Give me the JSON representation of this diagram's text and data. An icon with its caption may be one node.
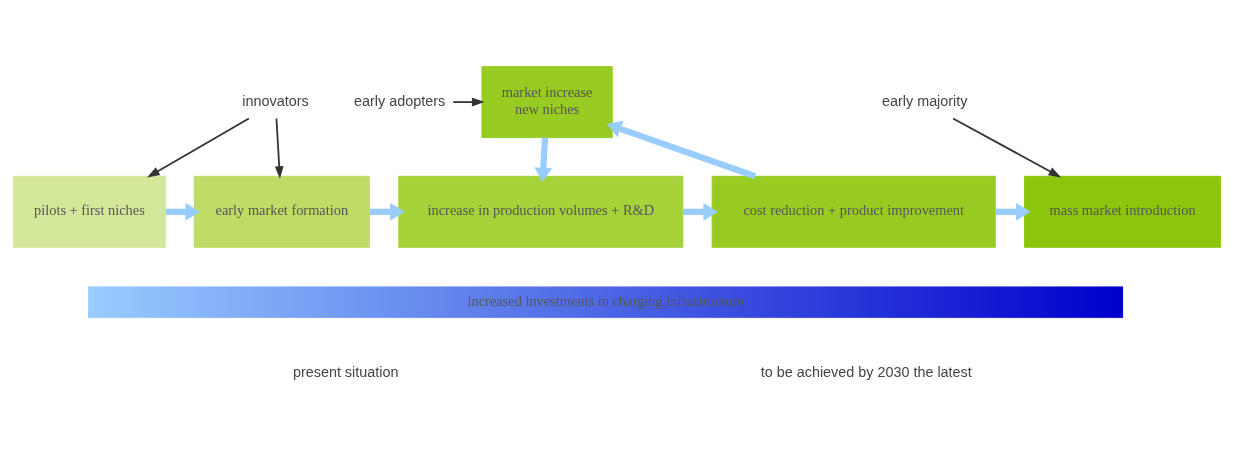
{
  "diagram": {
    "nodes": [
      {
        "text": [
          "pilots + first niches"
        ]
      },
      {
        "text": [
          "early market formation"
        ]
      },
      {
        "text": [
          "increase in production volumes + R&D"
        ]
      },
      {
        "text": [
          "cost reduction + product improvement"
        ]
      },
      {
        "text": [
          "mass market introduction"
        ]
      },
      {
        "text": [
          "market increase",
          "new niches"
        ]
      },
      {
        "text": [
          "innovators"
        ]
      },
      {
        "text": [
          "early adopters"
        ]
      },
      {
        "text": [
          "early majority"
        ]
      },
      {
        "text": [
          "increased investments in charging infrastructure"
        ]
      }
    ],
    "edges": [
      {
        "from": 0,
        "to": 1,
        "arrow": "to"
      },
      {
        "from": 1,
        "to": 2,
        "arrow": "to"
      },
      {
        "from": 2,
        "to": 3,
        "arrow": "to"
      },
      {
        "from": 3,
        "to": 4,
        "arrow": "to"
      },
      {
        "from": 5,
        "to": 2,
        "arrow": "to"
      },
      {
        "from": 3,
        "to": 5,
        "arrow": "to"
      },
      {
        "from": 6,
        "to": 0,
        "arrow": "to",
        "color": "#333333"
      },
      {
        "from": 6,
        "to": 1,
        "arrow": "to",
        "color": "#333333"
      },
      {
        "from": 7,
        "to": 5,
        "arrow": "to",
        "color": "#333333"
      },
      {
        "from": 8,
        "to": 4,
        "arrow": "to",
        "color": "#333333"
      }
    ],
    "labels": [
      "present situation",
      "to be achieved by 2030 the latest"
    ]
  }
}
